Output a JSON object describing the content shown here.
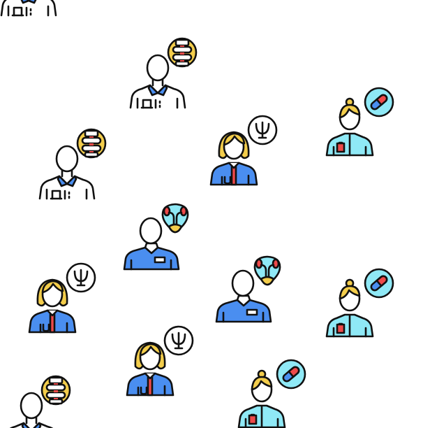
{
  "pattern": {
    "icon_types": [
      {
        "id": "orthopedist",
        "icon": "doctor-spine-icon",
        "badge": "spine-icon"
      },
      {
        "id": "psychologist",
        "icon": "doctor-psychology-icon",
        "badge": "psi-icon"
      },
      {
        "id": "urologist",
        "icon": "doctor-urology-icon",
        "badge": "kidney-icon"
      },
      {
        "id": "pharmacist",
        "icon": "pharmacist-icon",
        "badge": "pill-icon"
      }
    ],
    "colors": {
      "outline": "#111111",
      "blue": "#4a8ef0",
      "cyan": "#8fe9f6",
      "yellow": "#f3cd4b",
      "red": "#ee4a4a",
      "background": "#ffffff"
    }
  }
}
